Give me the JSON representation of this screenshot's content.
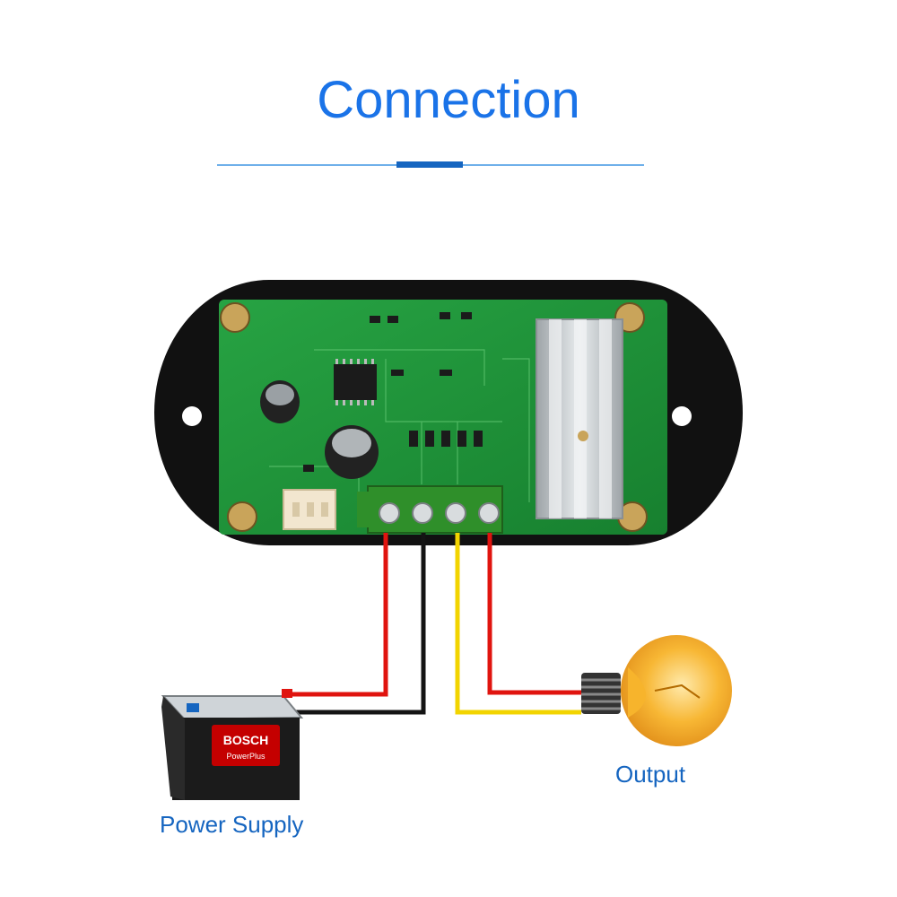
{
  "title": "Connection",
  "labels": {
    "power_supply": "Power Supply",
    "output": "Output"
  },
  "battery": {
    "brand": "BOSCH",
    "model": "PowerPlus"
  },
  "wire_colors": {
    "red": "#e0140f",
    "black": "#141414",
    "yellow": "#f2d400"
  },
  "colors": {
    "accent": "#1a73e8",
    "pcb": "#1f8f3a",
    "terminal_block": "#2f8f2a",
    "housing": "#111111"
  }
}
